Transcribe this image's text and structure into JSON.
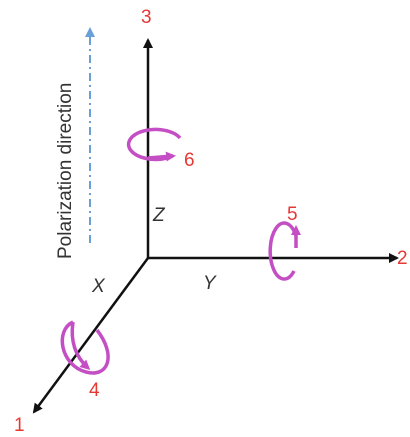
{
  "polarization_label": "Polarization direction",
  "axes": {
    "z": {
      "number": "3",
      "letter": "Z"
    },
    "y": {
      "number": "2",
      "letter": "Y"
    },
    "x": {
      "number": "1",
      "letter": "X"
    }
  },
  "rotations": {
    "about_z": "6",
    "about_y": "5",
    "about_x": "4"
  },
  "colors": {
    "axis": "#111111",
    "number_label": "#e53935",
    "rotation_arrow": "#c44fc4",
    "polarization_arrow": "#6a9fd8",
    "axis_letter": "#333333"
  }
}
